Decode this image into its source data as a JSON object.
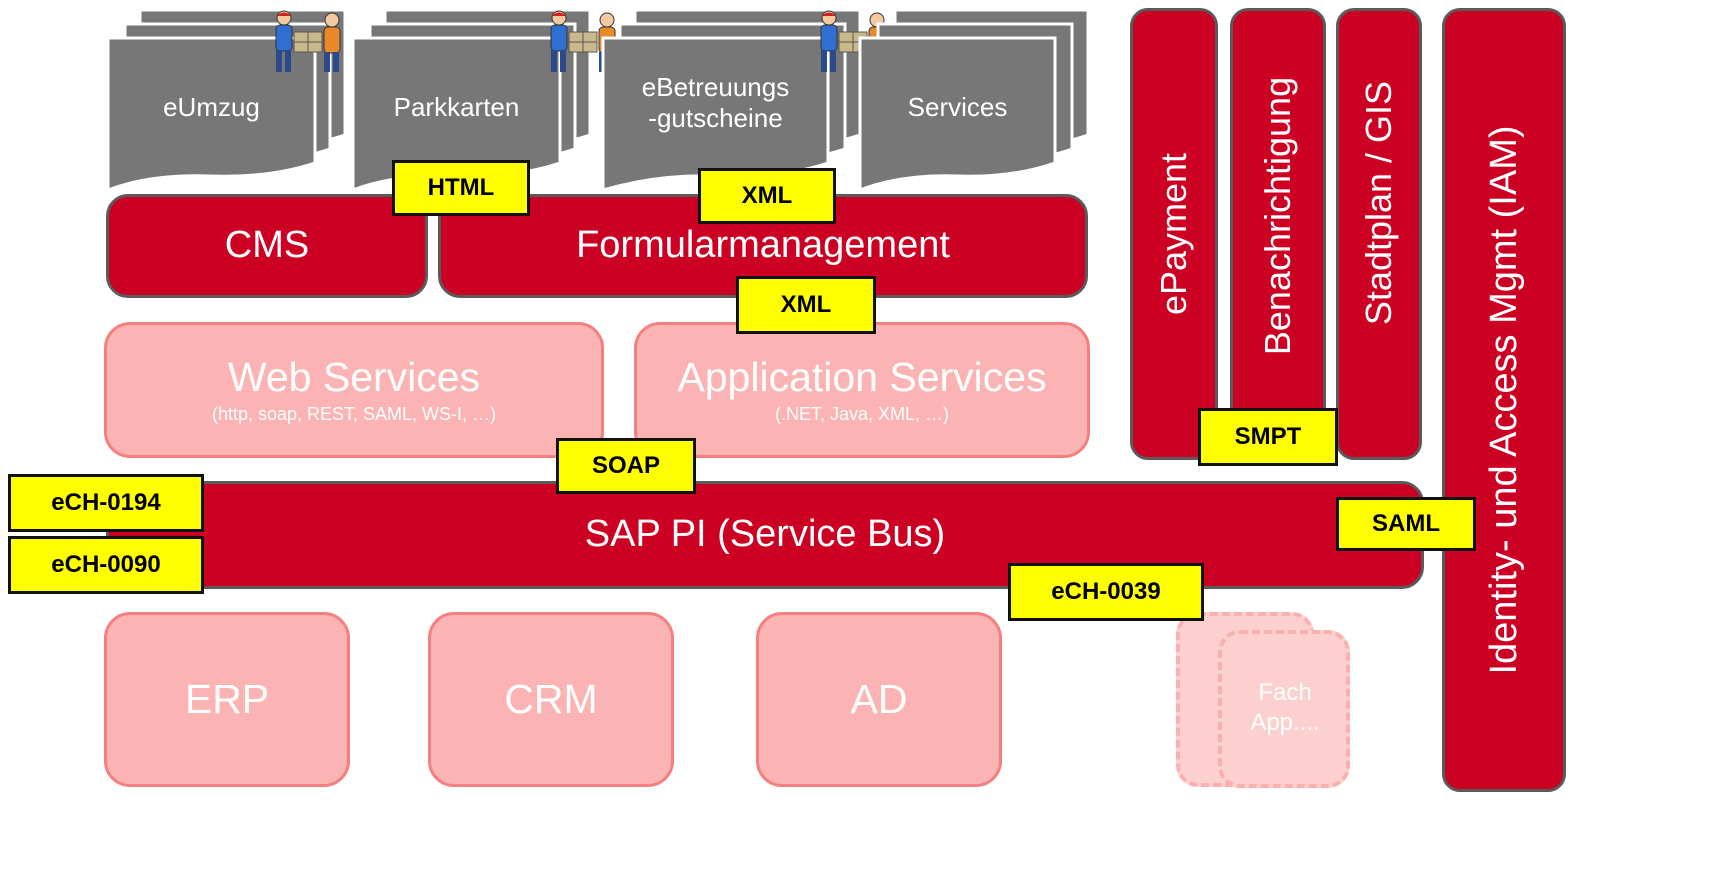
{
  "colors": {
    "primary_red": "#cc0022",
    "pale_red": "#fcb3b3",
    "tag_yellow": "#ffff00",
    "doc_gray": "#777777"
  },
  "documents": [
    {
      "label": "eUmzug",
      "has_people_icon": true
    },
    {
      "label": "Parkkarten",
      "has_people_icon": true
    },
    {
      "label": "eBetreuungs\n-gutscheine",
      "has_people_icon": true
    },
    {
      "label": "Services",
      "has_people_icon": false
    }
  ],
  "layers": {
    "cms": "CMS",
    "forms": "Formularmanagement",
    "web_services": {
      "title": "Web Services",
      "sub": "(http, soap, REST, SAML, WS-I, …)"
    },
    "app_services": {
      "title": "Application Services",
      "sub": "(.NET, Java, XML, …)"
    },
    "service_bus": "SAP PI (Service Bus)",
    "erp": "ERP",
    "crm": "CRM",
    "ad": "AD",
    "fach_app": "Fach\nApp...."
  },
  "columns": {
    "epayment": "ePayment",
    "benachrichtigung": "Benachrichtigung",
    "stadtplan": "Stadtplan / GIS",
    "iam": "Identity- und Access Mgmt  (IAM)"
  },
  "tags": {
    "html": "HTML",
    "xml_top": "XML",
    "xml_mid": "XML",
    "soap": "SOAP",
    "smpt": "SMPT",
    "saml": "SAML",
    "ech0194": "eCH-0194",
    "ech0090": "eCH-0090",
    "ech0039": "eCH-0039"
  }
}
